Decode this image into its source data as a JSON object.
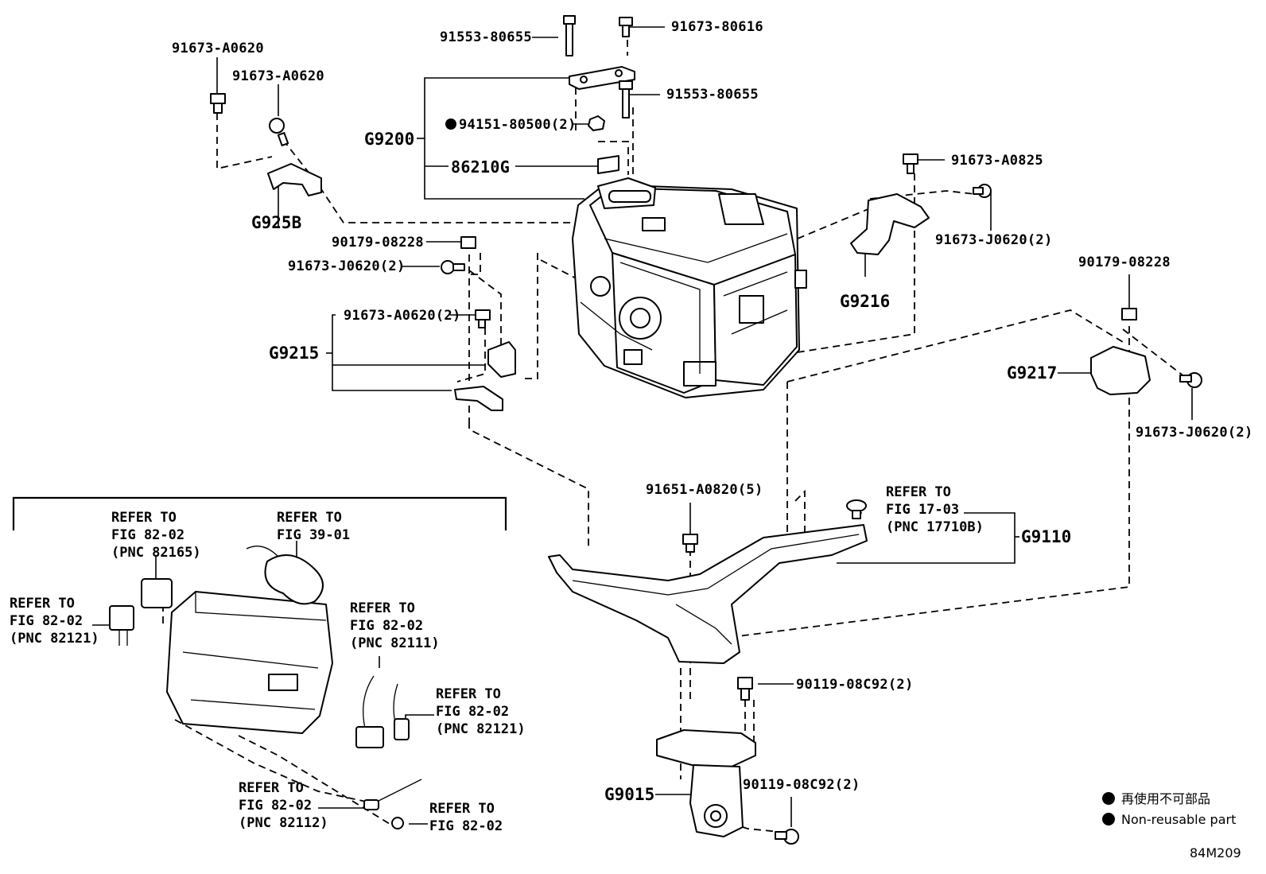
{
  "diagram": {
    "part_labels": {
      "p91673_A0620_a": "91673-A0620",
      "p91673_A0620_b": "91673-A0620",
      "p91553_80655_a": "91553-80655",
      "p91673_80616": "91673-80616",
      "p91553_80655_b": "91553-80655",
      "p94151_80500": "94151-80500(2)",
      "p86210G": "86210G",
      "p91673_A0825": "91673-A0825",
      "p91673_J0620_a": "91673-J0620(2)",
      "p90179_08228_a": "90179-08228",
      "p91673_J0620_b": "91673-J0620(2)",
      "p91673_A0620_2": "91673-A0620(2)",
      "p90179_08228_b": "90179-08228",
      "p91673_J0620_c": "91673-J0620(2)",
      "p91651_A0820": "91651-A0820(5)",
      "p90119_08C92_a": "90119-08C92(2)",
      "p90119_08C92_b": "90119-08C92(2)"
    },
    "group_labels": {
      "G9200": "G9200",
      "G925B": "G925B",
      "G9216": "G9216",
      "G9215": "G9215",
      "G9217": "G9217",
      "G9110": "G9110",
      "G9015": "G9015"
    },
    "references": {
      "ref_17_03": [
        "REFER TO",
        "FIG 17-03",
        "(PNC 17710B)"
      ],
      "ref_82165": [
        "REFER TO",
        "FIG 82-02",
        "(PNC 82165)"
      ],
      "ref_39_01": [
        "REFER TO",
        "FIG 39-01"
      ],
      "ref_82121_left": [
        "REFER TO",
        "FIG 82-02",
        "(PNC 82121)"
      ],
      "ref_82111": [
        "REFER TO",
        "FIG 82-02",
        "(PNC 82111)"
      ],
      "ref_82121_right": [
        "REFER TO",
        "FIG 82-02",
        "(PNC 82121)"
      ],
      "ref_82112": [
        "REFER TO",
        "FIG 82-02",
        "(PNC 82112)"
      ],
      "ref_82_02": [
        "REFER TO",
        "FIG 82-02"
      ]
    },
    "legend": {
      "japanese": "再使用不可部品",
      "english": "Non-reusable part"
    },
    "illustration_code": "84M209"
  }
}
